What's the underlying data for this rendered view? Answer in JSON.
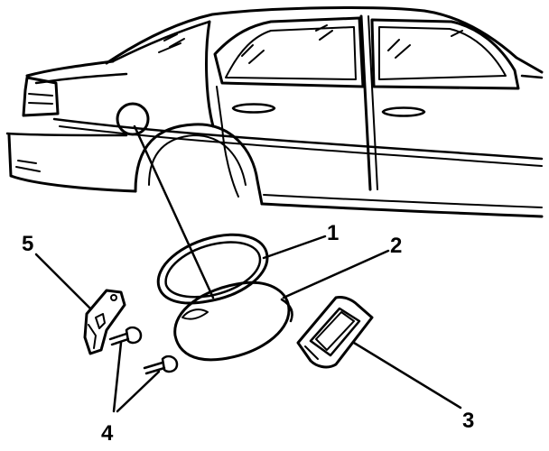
{
  "figure": {
    "callouts": {
      "c1": "1",
      "c2": "2",
      "c3": "3",
      "c4": "4",
      "c5": "5"
    }
  }
}
